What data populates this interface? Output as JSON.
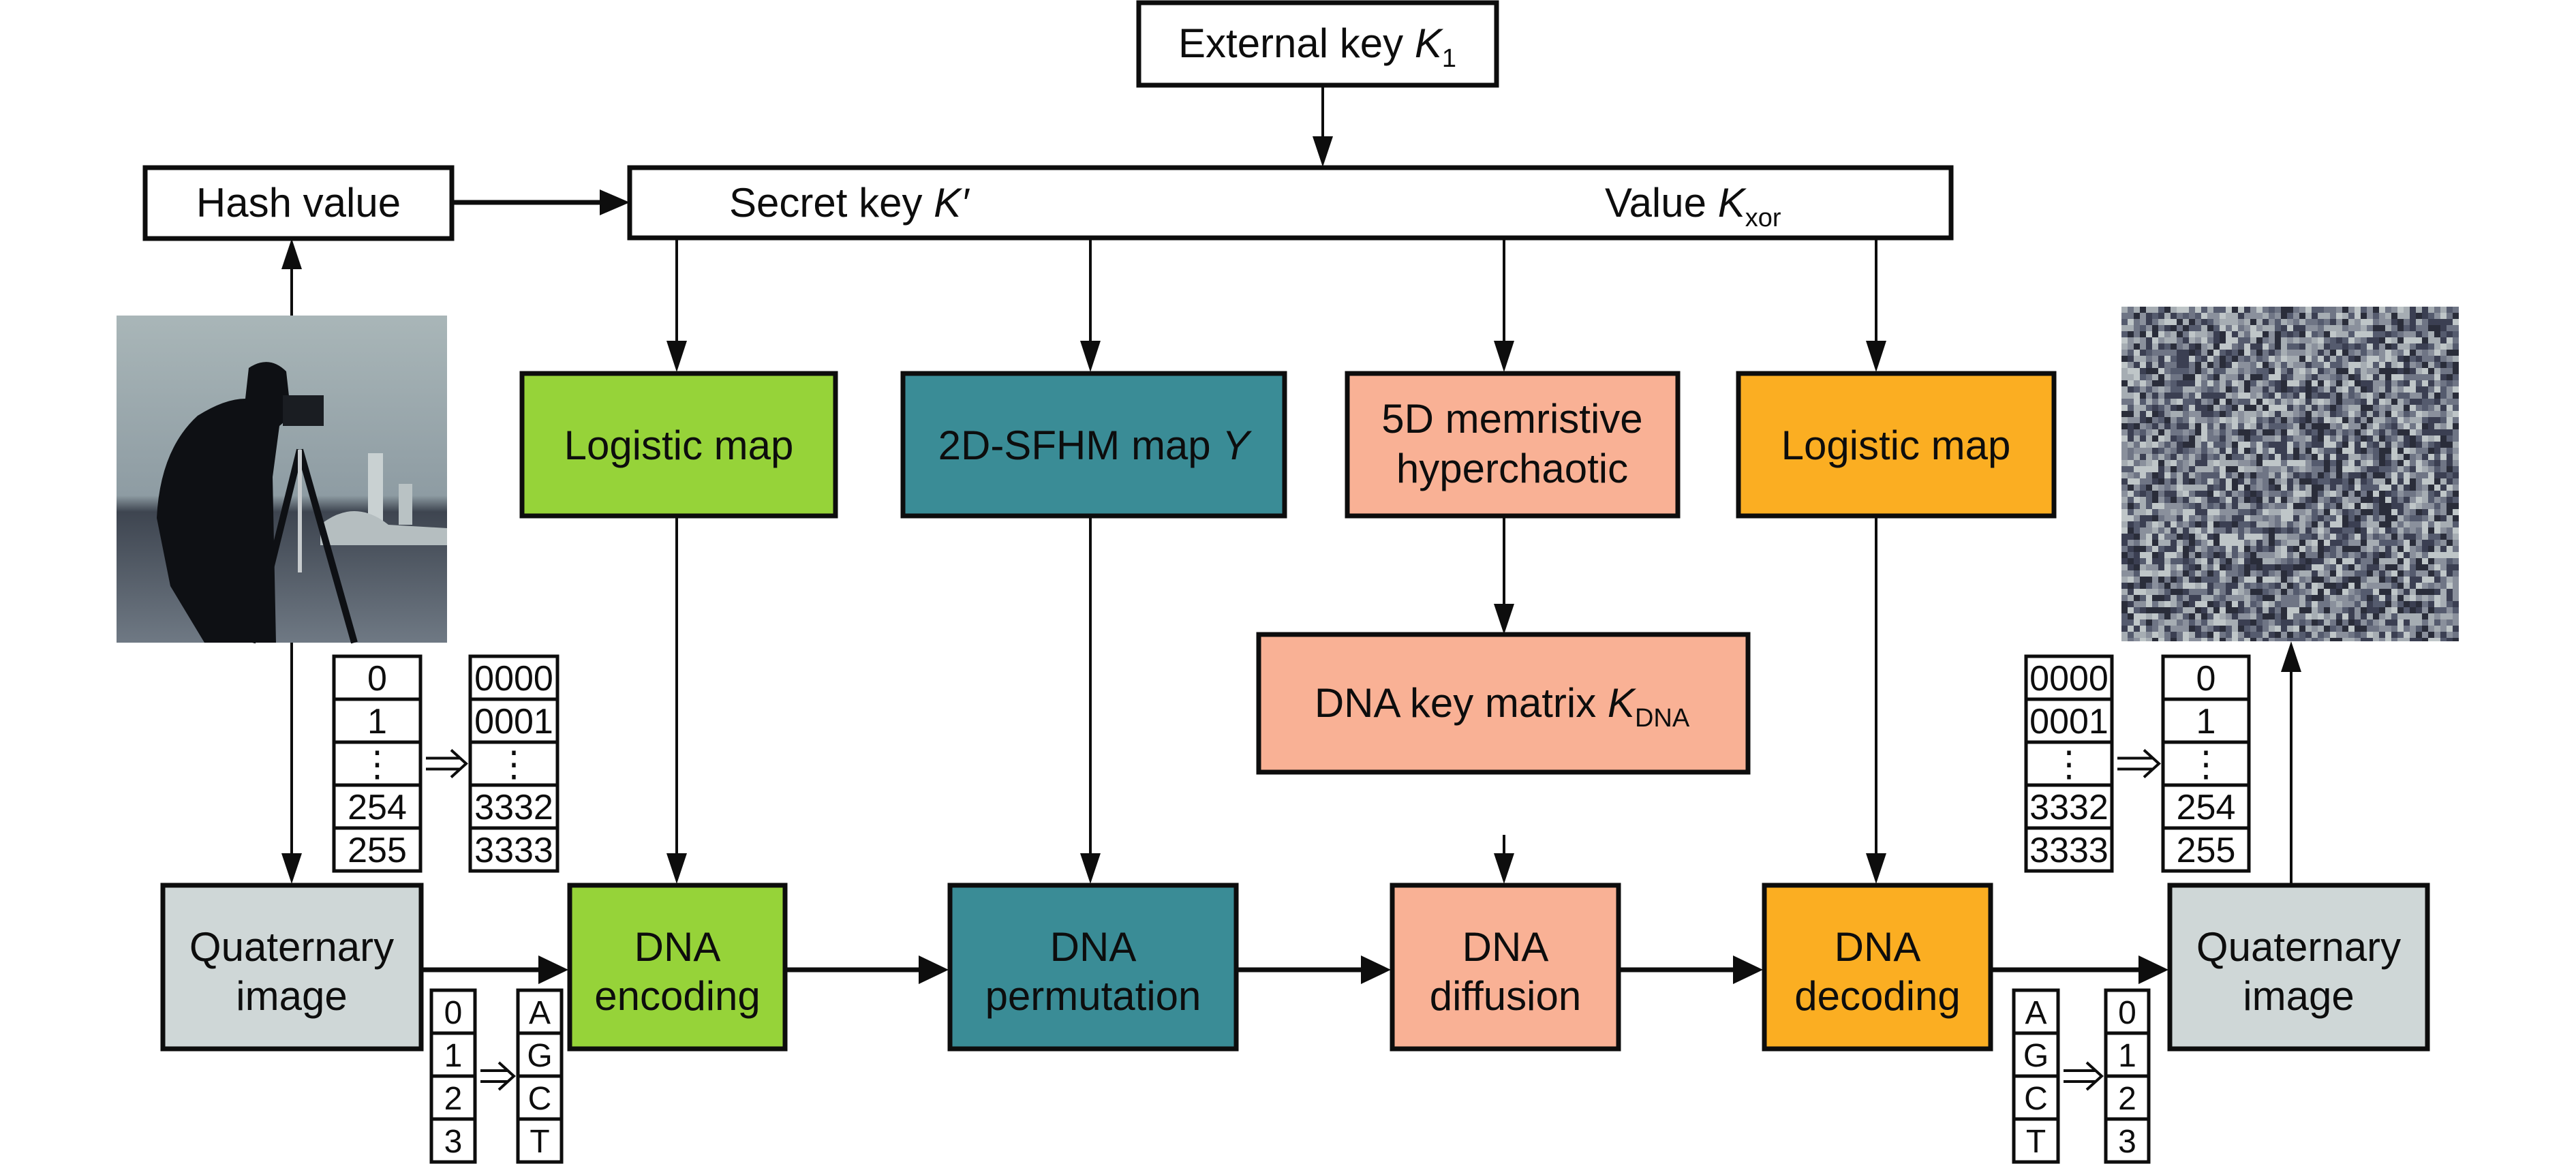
{
  "title": "DNA-based chaotic image encryption flowchart",
  "colors": {
    "logistic_green": "#96D339",
    "sfhm_teal": "#3A8C96",
    "memristive_salmon": "#F9B195",
    "logistic_orange": "#FBAE22",
    "quaternary_gray": "#CFD7D7",
    "key_white": "#FFFFFF"
  },
  "nodes": {
    "external_key": {
      "text": "External key ",
      "var": "K",
      "sub": "1"
    },
    "hash_value": {
      "text": "Hash value"
    },
    "secret_key": {
      "text": "Secret key ",
      "var": "K′"
    },
    "value_kxor": {
      "text": "Value ",
      "var": "K",
      "sub": "xor"
    },
    "logistic_map_1": {
      "text": "Logistic map"
    },
    "sfhm_map": {
      "text": "2D-SFHM map ",
      "var": "Y"
    },
    "memristive": {
      "line1": "5D memristive",
      "line2": "hyperchaotic"
    },
    "logistic_map_2": {
      "text": "Logistic map"
    },
    "dna_key_matrix": {
      "text": "DNA key matrix ",
      "var": "K",
      "sub": "DNA"
    },
    "quaternary_in": {
      "line1": "Quaternary",
      "line2": "image"
    },
    "dna_encoding": {
      "line1": "DNA",
      "line2": "encoding"
    },
    "dna_permutation": {
      "line1": "DNA",
      "line2": "permutation"
    },
    "dna_diffusion": {
      "line1": "DNA",
      "line2": "diffusion"
    },
    "dna_decoding": {
      "line1": "DNA",
      "line2": "decoding"
    },
    "quaternary_out": {
      "line1": "Quaternary",
      "line2": "image"
    }
  },
  "images": {
    "plain": {
      "label": "cameraman-plain-image"
    },
    "cipher": {
      "label": "encrypted-noise-image"
    }
  },
  "tables": {
    "pixel_to_quaternary": {
      "left": [
        "0",
        "1",
        "⋮",
        "254",
        "255"
      ],
      "right": [
        "0000",
        "0001",
        "⋮",
        "3332",
        "3333"
      ],
      "arrow": "⇒"
    },
    "base_to_dna": {
      "left": [
        "0",
        "1",
        "2",
        "3"
      ],
      "right": [
        "A",
        "G",
        "C",
        "T"
      ],
      "arrow": "⇒"
    },
    "quaternary_to_pixel": {
      "left": [
        "0000",
        "0001",
        "⋮",
        "3332",
        "3333"
      ],
      "right": [
        "0",
        "1",
        "⋮",
        "254",
        "255"
      ],
      "arrow": "⇒"
    },
    "dna_to_base": {
      "left": [
        "A",
        "G",
        "C",
        "T"
      ],
      "right": [
        "0",
        "1",
        "2",
        "3"
      ],
      "arrow": "⇒"
    }
  }
}
